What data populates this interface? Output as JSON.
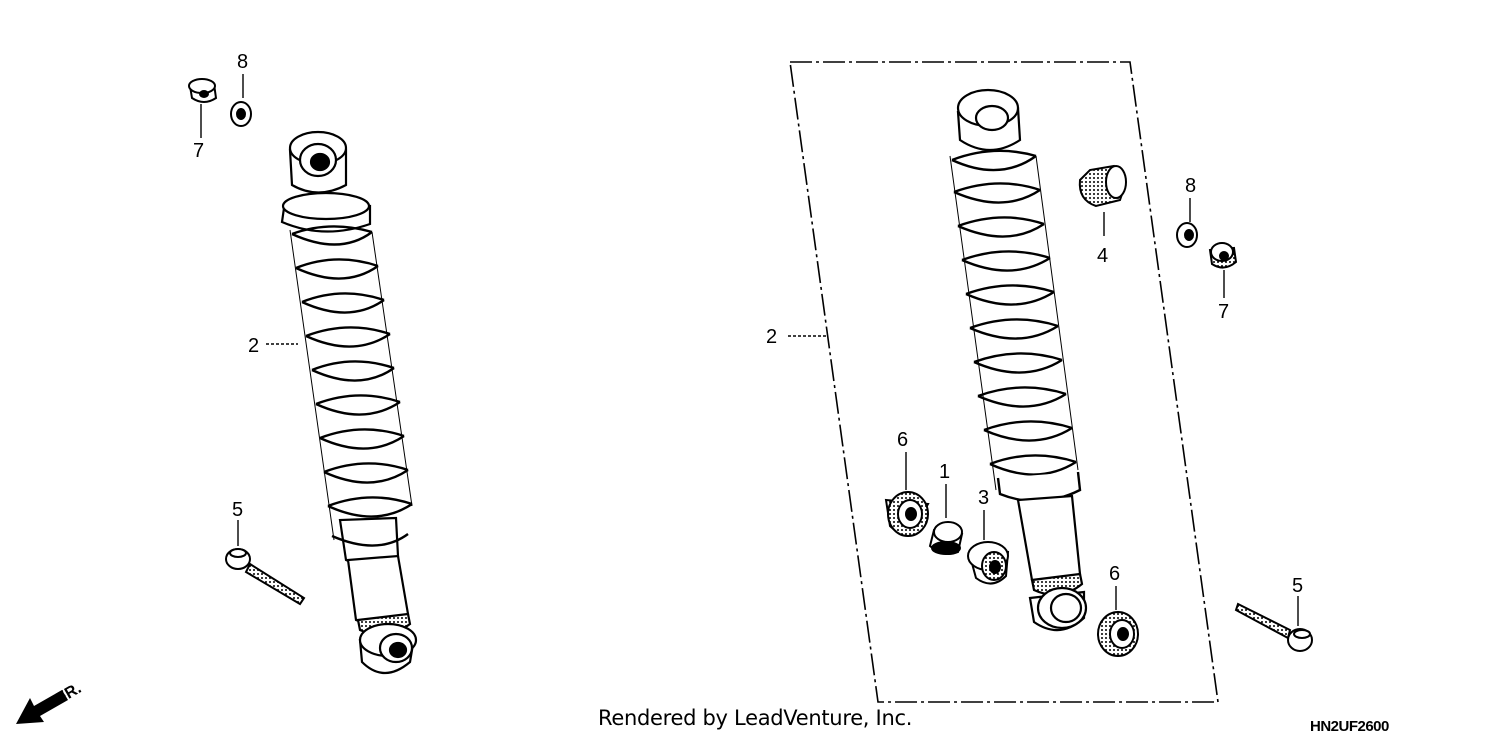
{
  "credit": "Rendered by LeadVenture, Inc.",
  "diagram_code": "HN2UF2600",
  "direction_arrow": {
    "icon": "front-direction-arrow-icon",
    "label": "FR."
  },
  "callouts": {
    "left_nut": "7",
    "left_washer": "8",
    "left_shock": "2",
    "left_bolt": "5",
    "right_assembly": "2",
    "right_collar": "4",
    "right_washer": "8",
    "right_nut": "7",
    "bearing_upper": "6",
    "bushing": "1",
    "bearing_mid": "3",
    "bearing_lower": "6",
    "right_bolt": "5"
  }
}
